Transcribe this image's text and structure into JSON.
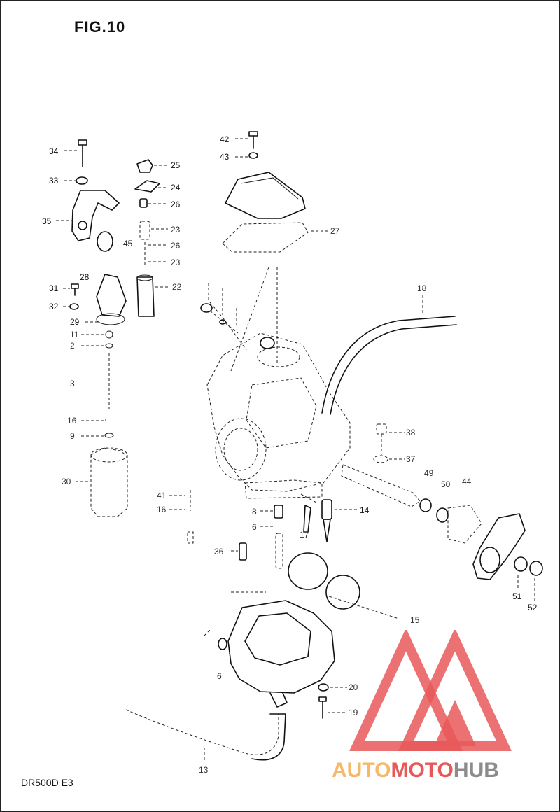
{
  "figure": {
    "title": "FIG.10",
    "model": "DR500D  E3"
  },
  "callouts": {
    "c34": "34",
    "c33": "33",
    "c35": "35",
    "c25": "25",
    "c24": "24",
    "c26a": "26",
    "c23a": "23",
    "c45": "45",
    "c26b": "26",
    "c23b": "23",
    "c22": "22",
    "c42": "42",
    "c43": "43",
    "c27": "27",
    "c28": "28",
    "c31": "31",
    "c32": "32",
    "c29": "29",
    "c11": "11",
    "c2": "2",
    "c3": "3",
    "c16a": "16",
    "c9": "9",
    "c30": "30",
    "c41": "41",
    "c16b": "16",
    "c18": "18",
    "c38": "38",
    "c37": "37",
    "c49": "49",
    "c50": "50",
    "c44": "44",
    "c8": "8",
    "c6a": "6",
    "c17": "17",
    "c14": "14",
    "c36": "36",
    "c51": "51",
    "c52": "52",
    "c15": "15",
    "c6b": "6",
    "c20": "20",
    "c19": "19",
    "c13": "13"
  },
  "watermark": {
    "part1": "AUTO",
    "part2": "MOTO",
    "part3": "HUB",
    "color_red": "#e8585a",
    "color_orange": "#f6b96a",
    "color_gray": "#8c8c8c"
  }
}
